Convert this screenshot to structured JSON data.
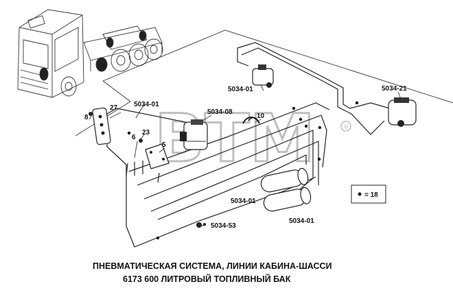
{
  "labels": {
    "l_5034_01_a": "5034-01",
    "l_5034_01_b": "5034-01",
    "l_5034_01_c": "5034-01",
    "l_5034_01_d": "5034-01",
    "l_5034_08": "5034-08",
    "l_5034_21": "5034-21",
    "l_5034_53": "5034-53",
    "l_27": "27",
    "l_8": "8",
    "l_23": "23",
    "l_6": "6",
    "l_5": "5",
    "l_10": "10"
  },
  "legend": {
    "text": "= 18"
  },
  "watermark": {
    "text": "BTM",
    "mark": "®"
  },
  "title": {
    "line1": "ПНЕВМАТИЧЕСКАЯ СИСТЕМА, ЛИНИИ КАБИНА-ШАССИ",
    "line2": "6173  600 ЛИТРОВЫЙ ТОПЛИВНЫЙ БАК"
  }
}
